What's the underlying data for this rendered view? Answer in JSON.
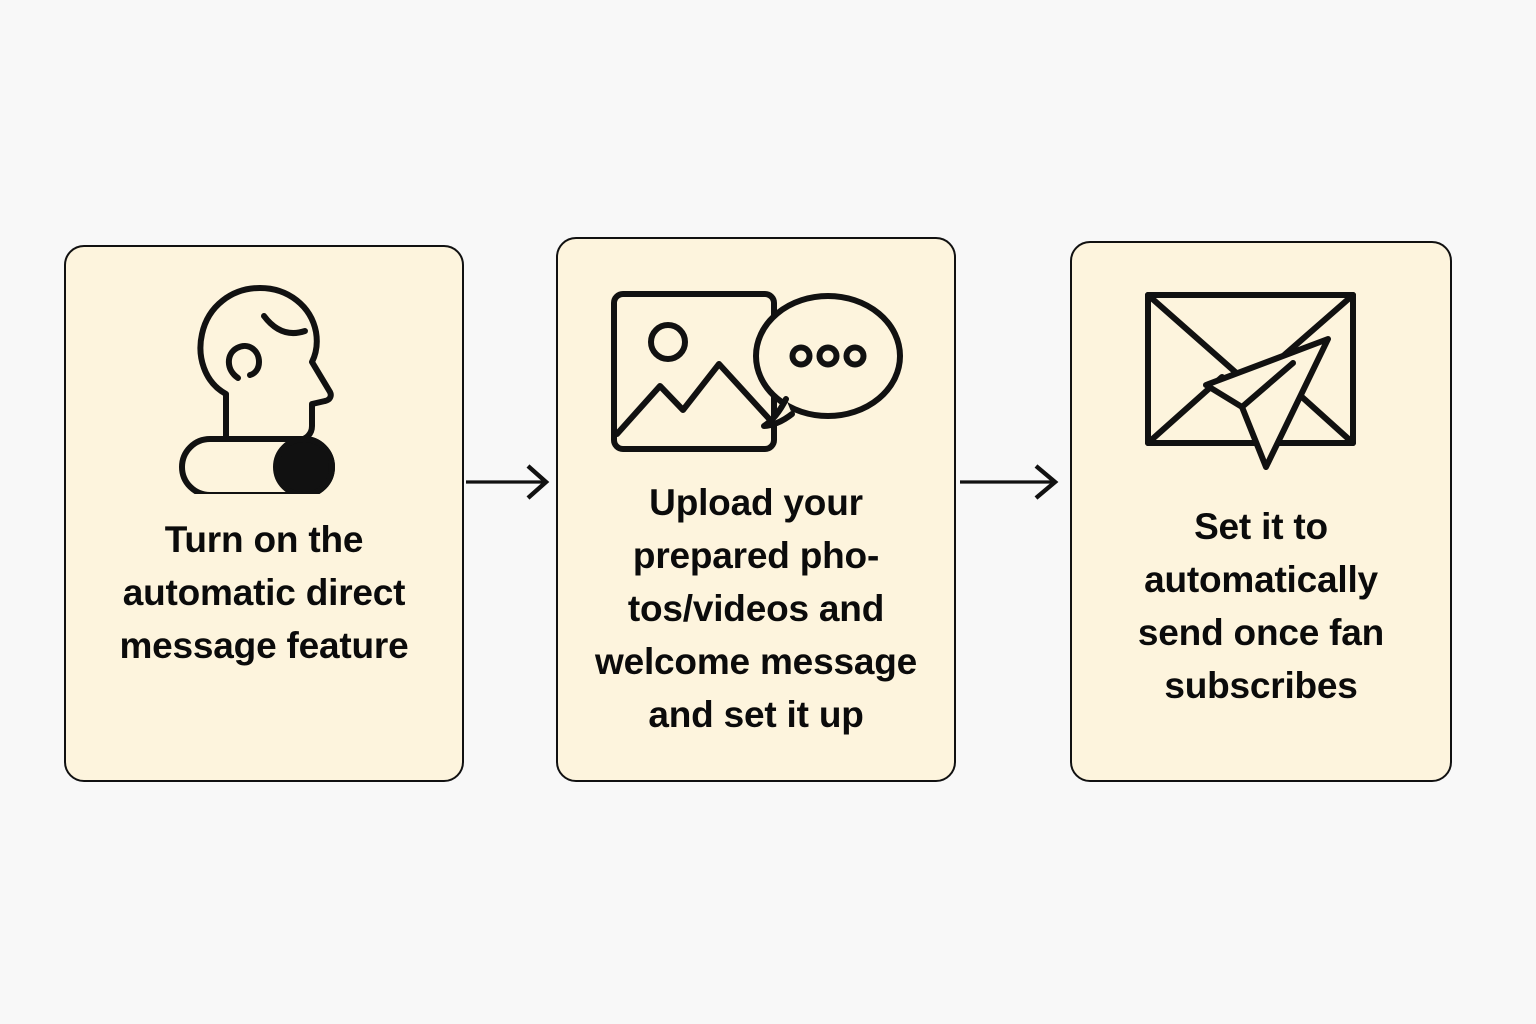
{
  "canvas": {
    "background_color": "#f8f8f8",
    "card_fill_color": "#fdf4dd",
    "stroke_color": "#111111",
    "text_color": "#0b0b0b"
  },
  "diagram": {
    "type": "horizontal-process-flow",
    "step_count": 3,
    "steps": [
      {
        "id": "step-1",
        "icon": "head-profile-toggle-icon",
        "icon_description": "Side profile of a human head above a toggle switch in the on position",
        "caption": "Turn on the\nautomatic direct\nmessage feature"
      },
      {
        "id": "step-2",
        "icon": "image-speech-bubble-icon",
        "icon_description": "Photo frame with mountains and sun next to a speech bubble with three dots",
        "caption": "Upload your\nprepared pho-\ntos/videos and\nwelcome message\nand set it up"
      },
      {
        "id": "step-3",
        "icon": "envelope-paper-plane-icon",
        "icon_description": "Envelope with a paper plane flying out of it",
        "caption": "Set it to\nautomatically\nsend once  fan\nsubscribes"
      }
    ],
    "connectors": [
      {
        "id": "arrow-1",
        "from": "step-1",
        "to": "step-2",
        "icon": "arrow-right-icon"
      },
      {
        "id": "arrow-2",
        "from": "step-2",
        "to": "step-3",
        "icon": "arrow-right-icon"
      }
    ]
  }
}
